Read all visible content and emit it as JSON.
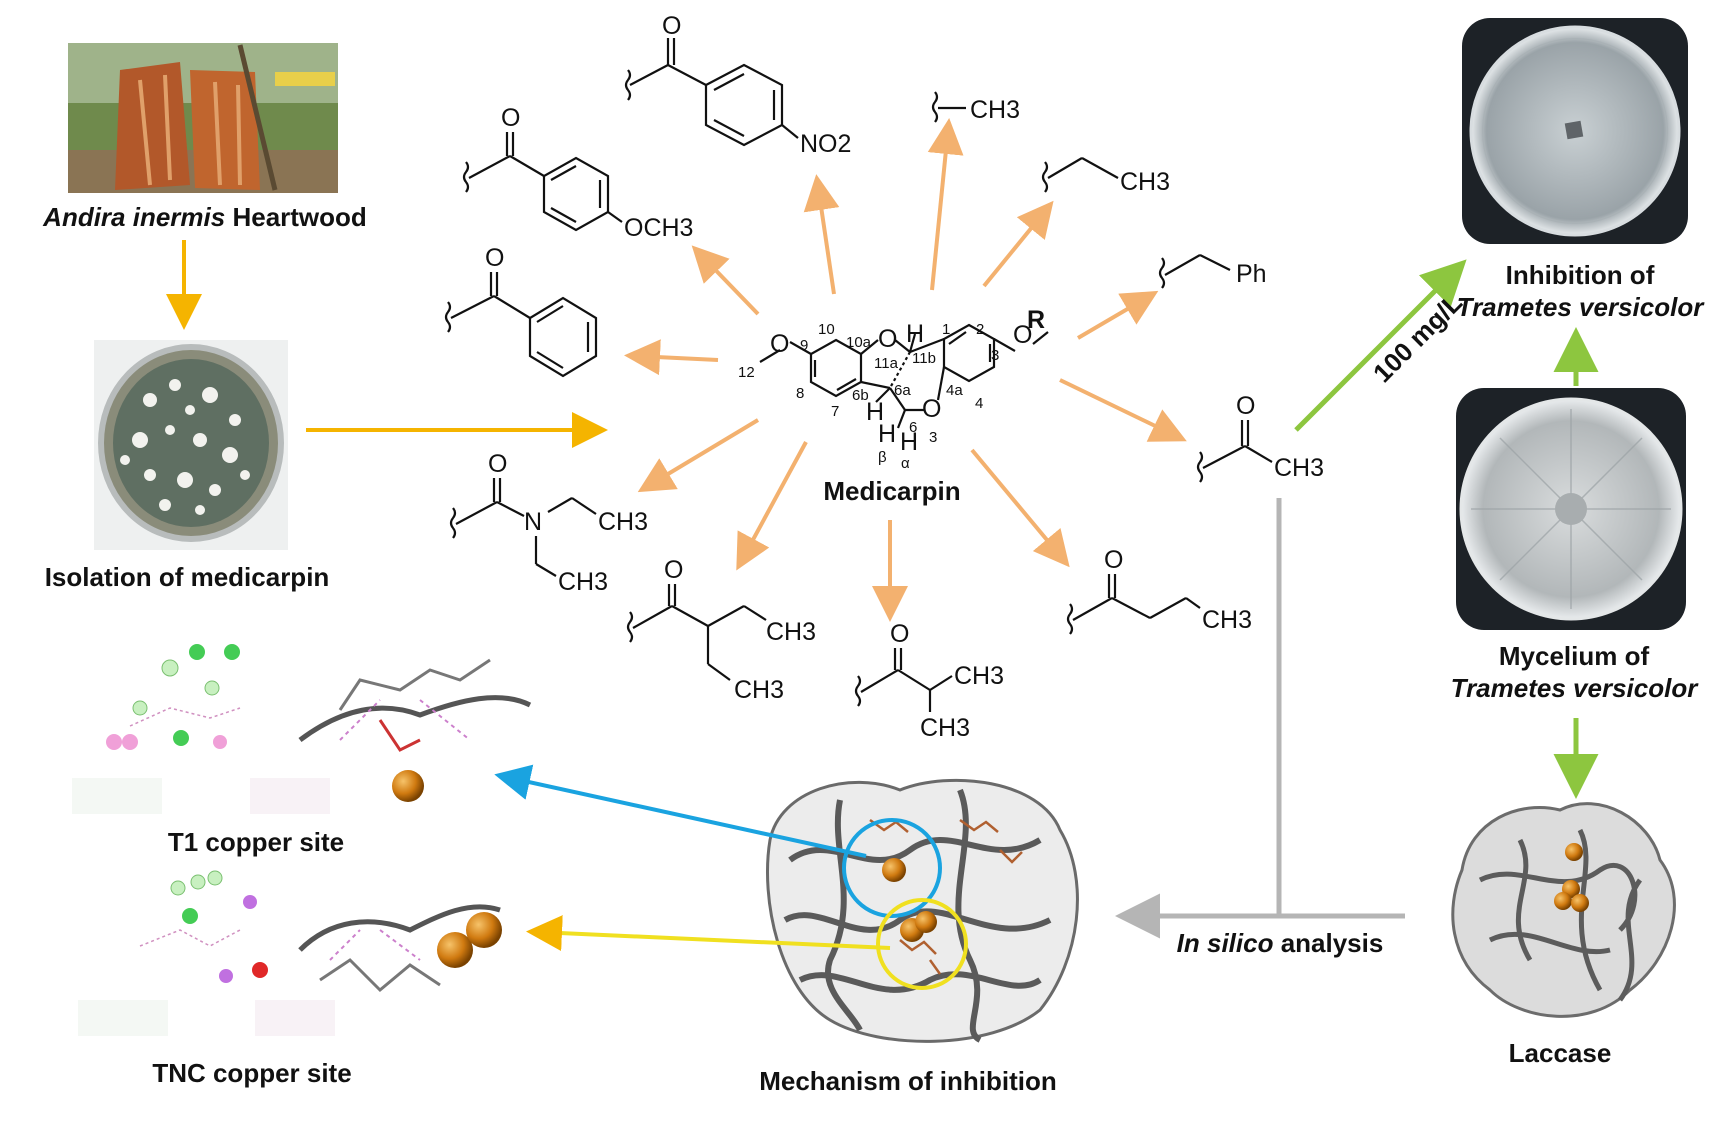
{
  "labels": {
    "andira_italic": "Andira inermis",
    "andira_rest": " Heartwood",
    "isolation": "Isolation of medicarpin",
    "medicarpin": "Medicarpin",
    "inhibition_line1": "Inhibition of",
    "inhibition_line2": "Trametes versicolor",
    "mycelium_line1": "Mycelium of",
    "mycelium_line2": "Trametes versicolor",
    "laccase": "Laccase",
    "dose": "100 mg/L",
    "insilico_italic": "In silico",
    "insilico_rest": " analysis",
    "t1_site": "T1 copper site",
    "tnc_site": "TNC copper site",
    "mechanism": "Mechanism of inhibition"
  },
  "substituents": {
    "methyl": "CH3",
    "ethyl": "CH3",
    "benzyl": "Ph",
    "acetyl": "CH3",
    "nitro": "NO2",
    "methoxy": "OCH3",
    "diethylcarbamoyl_a": "CH3",
    "diethylcarbamoyl_b": "CH3",
    "ethylbutanoyl_a": "CH3",
    "ethylbutanoyl_b": "CH3",
    "isobutyryl_a": "CH3",
    "isobutyryl_b": "CH3",
    "butanoyl": "CH3",
    "carbonyl_o": "O",
    "amide_n": "N"
  },
  "medicarpin_numbering": {
    "r_group": "R",
    "o_label": "O",
    "h_label": "H",
    "beta": "β",
    "alpha": "α",
    "positions": [
      "10",
      "10a",
      "11b",
      "1",
      "2",
      "3",
      "9",
      "12",
      "11a",
      "6a",
      "6b",
      "8",
      "7",
      "6",
      "4a",
      "4",
      "3"
    ]
  },
  "colors": {
    "orange_arrow": "#f3b16f",
    "yellow_arrow": "#f5b400",
    "green_arrow": "#8dc63f",
    "blue_arrow": "#1aa3e0",
    "gray_arrow": "#b5b5b5",
    "oxygen_red": "#e0281f",
    "r_blue": "#1a3cc8"
  }
}
